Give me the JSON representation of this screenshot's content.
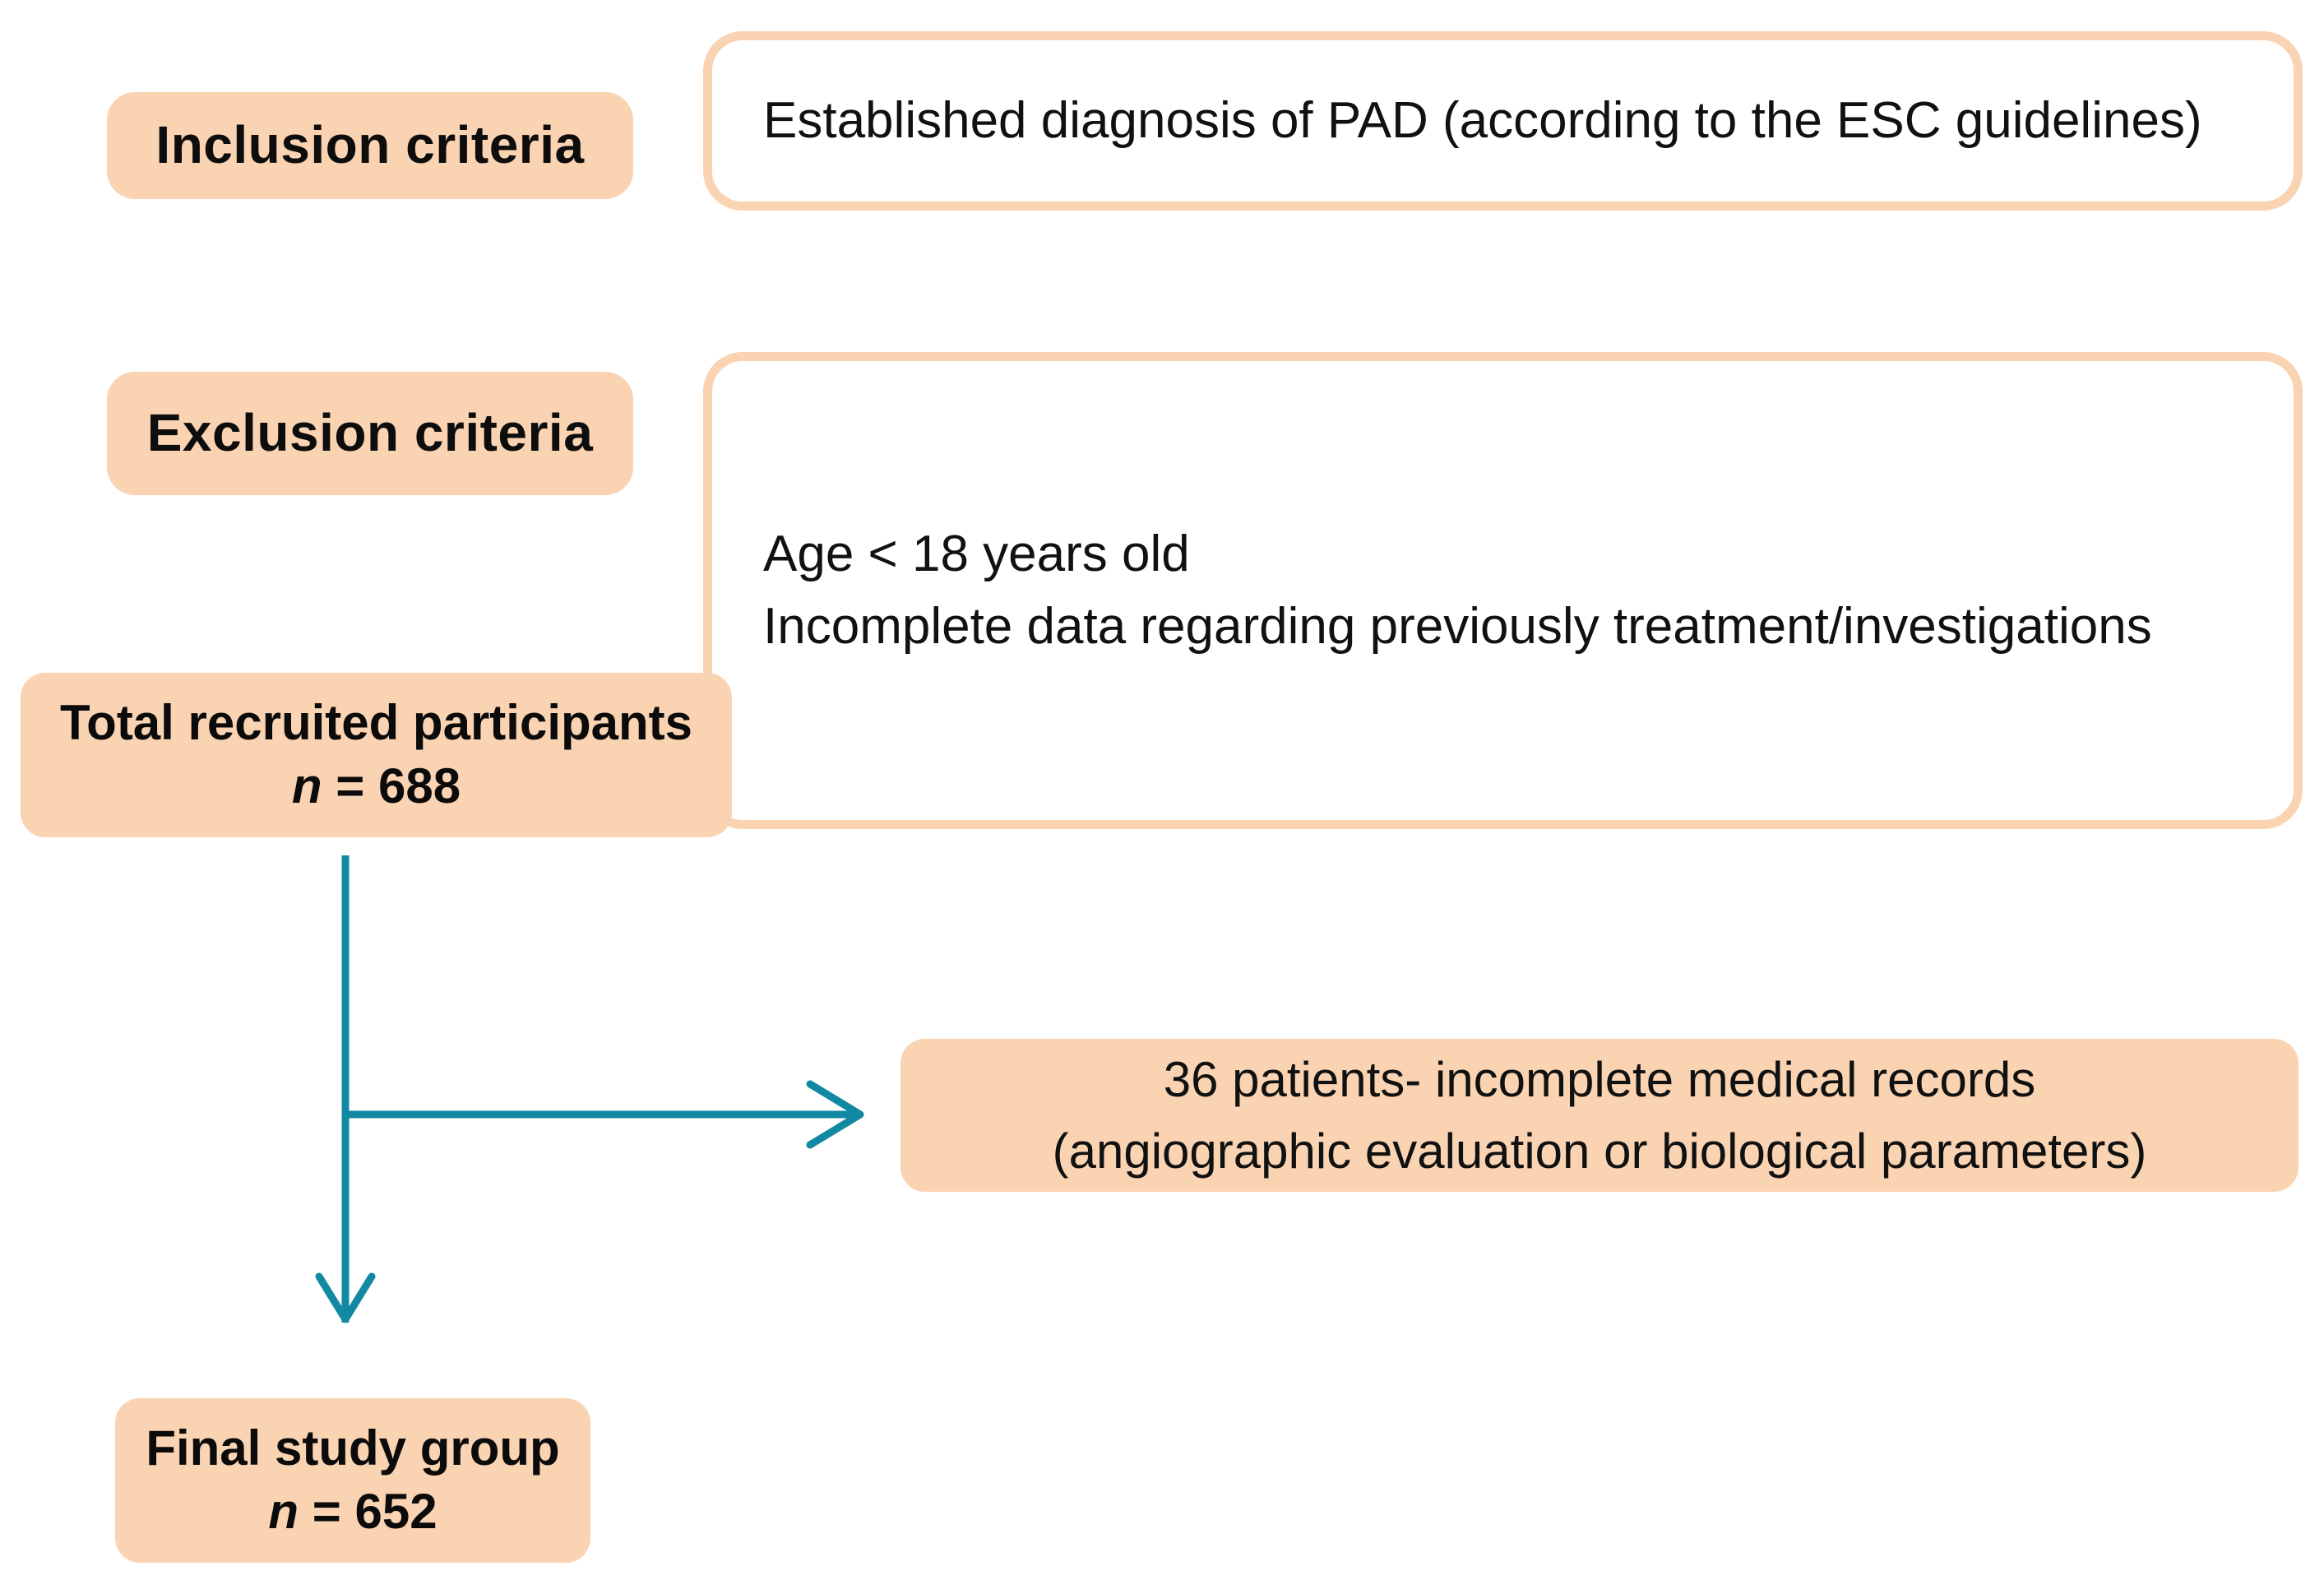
{
  "figure": {
    "type": "study-flow-diagram",
    "background_color": "#ffffff",
    "accent_fill": "#fad3b2",
    "accent_border": "#fad3b2",
    "connector_color": "#1289a3",
    "text_color": "#111111"
  },
  "inclusion": {
    "label": "Inclusion criteria",
    "items": [
      "Established diagnosis of PAD (according to the ESC guidelines)"
    ]
  },
  "exclusion": {
    "label": "Exclusion  criteria",
    "items": [
      "Age < 18 years old",
      "Incomplete data regarding previously treatment/investigations"
    ]
  },
  "recruited": {
    "title": "Total recruited participants",
    "count_prefix": "n",
    "count_equals": " = ",
    "count_value": "688"
  },
  "excluded_note": {
    "line1": "36 patients- incomplete medical records",
    "line2": "(angiographic evaluation or biological parameters)"
  },
  "final_group": {
    "title": "Final study group",
    "count_prefix": "n",
    "count_equals": " = ",
    "count_value": "652"
  },
  "connectors": {
    "vertical_arrow_name": "arrow-down-to-final-group",
    "horizontal_arrow_name": "arrow-right-to-excluded-note"
  }
}
